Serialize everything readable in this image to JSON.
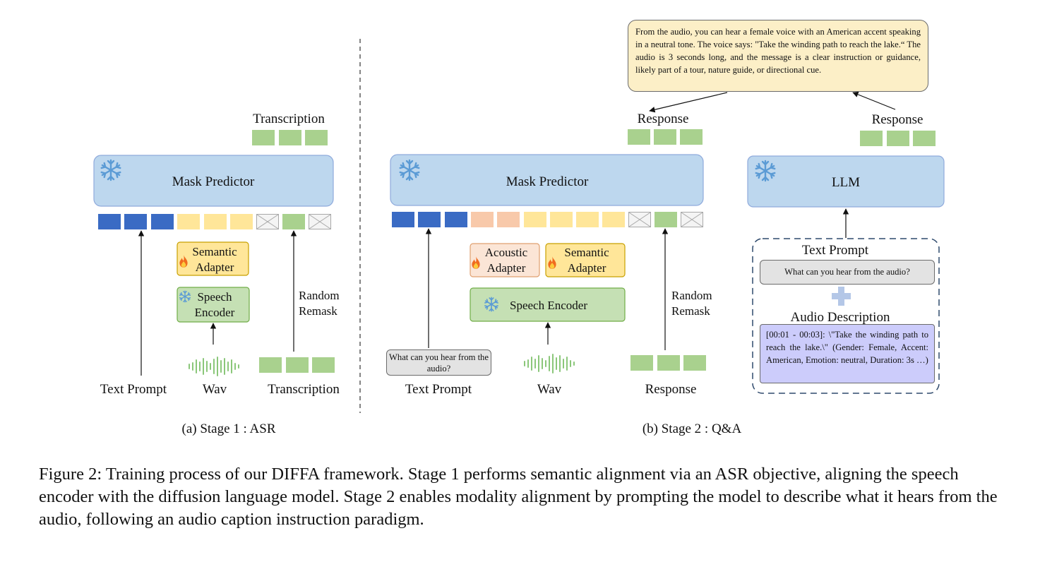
{
  "stage1": {
    "transcription_top": "Transcription",
    "mask_predictor": "Mask Predictor",
    "semantic_adapter": [
      "Semantic",
      "Adapter"
    ],
    "speech_encoder": [
      "Speech",
      "Encoder"
    ],
    "random_remask": [
      "Random",
      "Remask"
    ],
    "text_prompt": "Text Prompt",
    "wav": "Wav",
    "transcription_bottom": "Transcription",
    "caption": "(a) Stage 1 : ASR"
  },
  "stage2": {
    "response_top": "Response",
    "mask_predictor": "Mask Predictor",
    "acoustic_adapter": [
      "Acoustic",
      "Adapter"
    ],
    "semantic_adapter": [
      "Semantic",
      "Adapter"
    ],
    "speech_encoder": "Speech Encoder",
    "random_remask": [
      "Random",
      "Remask"
    ],
    "text_prompt_box": "What can you hear from the audio?",
    "text_prompt": "Text Prompt",
    "wav": "Wav",
    "response_bottom": "Response",
    "response_text": "From the audio, you can hear a female voice with an American accent speaking in a neutral tone. The voice says: \"Take the winding path to reach the lake.“ The audio is 3 seconds long, and the message is a clear instruction or guidance, likely part of a tour, nature guide, or directional cue.",
    "llm_response": "Response",
    "llm": "LLM",
    "llm_text_prompt_label": "Text Prompt",
    "llm_text_prompt": "What can you hear from the audio?",
    "audio_description_label": "Audio Description",
    "audio_description": "[00:01 - 00:03]: \\\"Take the winding path to reach the lake.\\\" (Gender: Female, Accent: American, Emotion: neutral, Duration: 3s …)",
    "caption": "(b) Stage 2 : Q&A"
  },
  "figure_caption": "Figure 2: Training process of our DIFFA framework. Stage 1 performs semantic alignment via an ASR objective, aligning the speech encoder with the diffusion language model. Stage 2 enables modality alignment by prompting the model to describe what it hears from the audio, following an audio caption instruction paradigm.",
  "icons": {
    "frozen": "snowflake-icon",
    "trainable": "fire-icon",
    "plus": "plus-icon",
    "waveform": "waveform-icon"
  },
  "colors": {
    "predictor_fill": "#bdd7ee",
    "text_token": "#3a6bc4",
    "acoustic_token": "#f8c9aa",
    "semantic_token": "#ffe699",
    "response_token": "#a9d18e",
    "encoder_fill": "#c5e0b4",
    "snowflake": "#5b9bd5"
  }
}
